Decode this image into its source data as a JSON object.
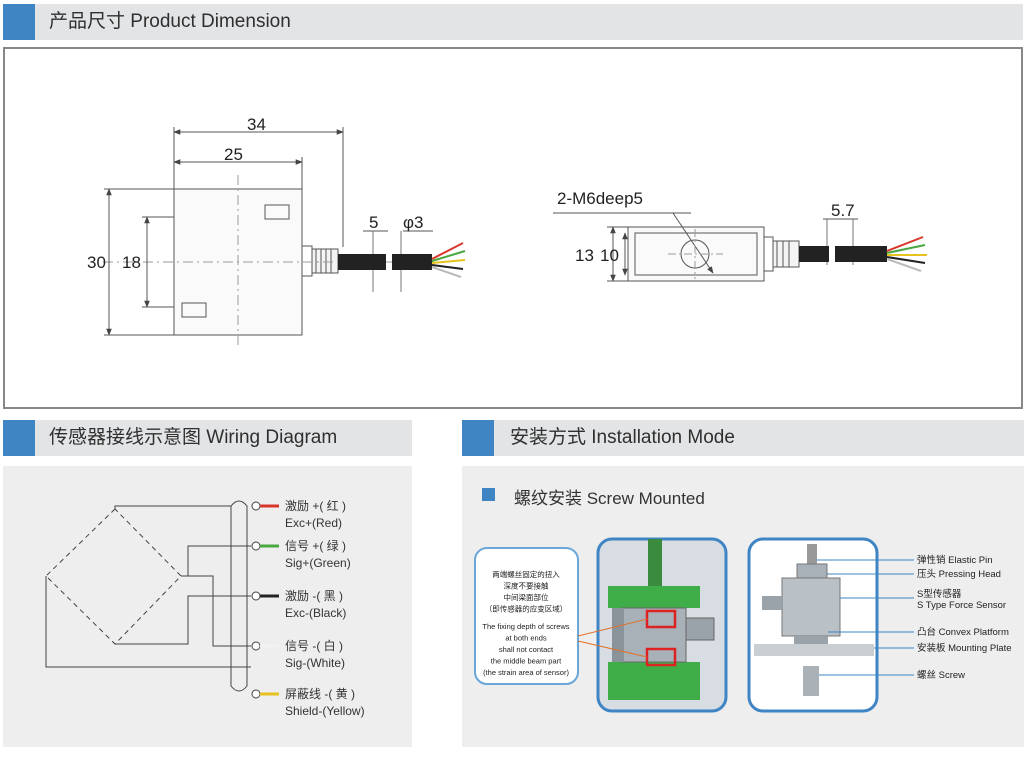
{
  "section_dimension": {
    "title": "产品尺寸 Product Dimension",
    "side_view": {
      "width_overall": "34",
      "width_body": "25",
      "cable_gland": "5",
      "cable_diameter": "φ3",
      "height_overall": "30",
      "height_inner": "18"
    },
    "top_view": {
      "thread": "2-M6deep5",
      "height_outer": "13",
      "height_inner": "10",
      "gland": "5.7"
    }
  },
  "section_wiring": {
    "title": "传感器接线示意图 Wiring Diagram",
    "wires": [
      {
        "cn": "激励 +( 红 )",
        "en": "Exc+(Red)",
        "color": "#d9362b"
      },
      {
        "cn": "信号 +( 绿 )",
        "en": "Sig+(Green)",
        "color": "#49a83f"
      },
      {
        "cn": "激励 -( 黑 )",
        "en": "Exc-(Black)",
        "color": "#222222"
      },
      {
        "cn": "信号 -( 白 )",
        "en": "Sig-(White)",
        "color": "#f2f2f2"
      },
      {
        "cn": "屏蔽线 -( 黄 )",
        "en": "Shield-(Yellow)",
        "color": "#e7c21f"
      }
    ]
  },
  "section_install": {
    "title": "安装方式 Installation Mode",
    "subtitle": "螺纹安装 Screw Mounted",
    "note_cn": [
      "两端螺丝固定的扭入",
      "深度不要接触",
      "中间梁面部位",
      "（即传感器的应变区域）"
    ],
    "note_en": [
      "The fixing depth of screws",
      "at both ends",
      "shall not contact",
      "the middle beam part",
      "(the strain area of sensor)"
    ],
    "parts": [
      "弹性销 Elastic Pin",
      "压头 Pressing Head",
      "S型传感器",
      "S Type Force Sensor",
      "凸台 Convex Platform",
      "安装板 Mounting Plate",
      "螺丝 Screw"
    ]
  },
  "colors": {
    "accent": "#3f85c4",
    "header_bg": "#e3e4e6",
    "panel_bg": "#eeeeef",
    "green_block": "#3fae49"
  }
}
